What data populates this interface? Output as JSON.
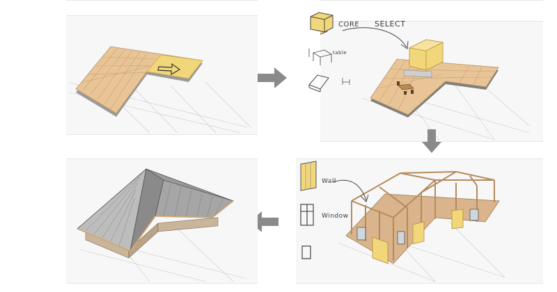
{
  "steps": [
    {
      "id": "layout"
    },
    {
      "id": "core"
    },
    {
      "id": "framing"
    },
    {
      "id": "roof"
    }
  ],
  "sketch_labels": {
    "core": "CORE",
    "select": "SELECT",
    "table": "table",
    "wall": "Wall",
    "window": "Window"
  },
  "colors": {
    "panel_bg": "#f7f7f8",
    "floor_tile": "#e8c497",
    "core_yellow": "#f2d77a",
    "frame_wood": "#d9b48c",
    "roof_grey": "#8e8e8e",
    "arrow_grey": "#8a8a8a"
  },
  "icons": [
    "core-block-icon",
    "furniture-table-icon",
    "slab-icon",
    "wall-panel-icon",
    "window-icon",
    "door-icon",
    "select-arrow-icon"
  ]
}
